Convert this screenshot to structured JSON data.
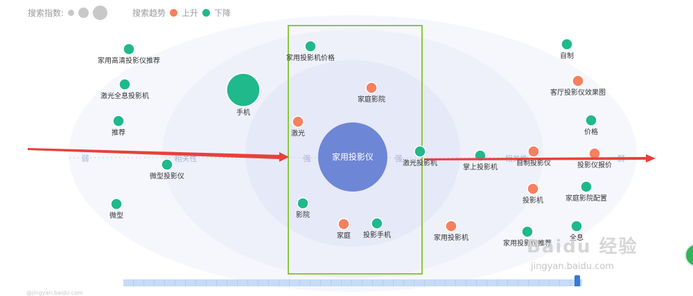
{
  "legend": {
    "index_label": "搜索指数:",
    "trend_label": "搜索趋势",
    "up_label": "上升",
    "down_label": "下降"
  },
  "colors": {
    "up": "#f6805f",
    "down": "#1fb98b",
    "center": "#6d86d6",
    "arrow": "#e8413a",
    "highlight_box": "#8cc63f"
  },
  "scale_labels": [
    "弱",
    "相关性",
    "强",
    "强",
    "相关性",
    "弱"
  ],
  "watermark": {
    "main": "Baidu 经验",
    "sub": "jingyan.baidu.com"
  },
  "footer_text": "@jingyan.baidu.com",
  "chart_data": {
    "type": "scatter",
    "title": "",
    "center": {
      "label": "家用投影仪"
    },
    "nodes": [
      {
        "label": "家用高清投影仪推荐",
        "trend": "down",
        "size": 1
      },
      {
        "label": "激光全息投影机",
        "trend": "down",
        "size": 1
      },
      {
        "label": "推荐",
        "trend": "down",
        "size": 1
      },
      {
        "label": "微型投影仪",
        "trend": "down",
        "size": 1
      },
      {
        "label": "微型",
        "trend": "down",
        "size": 1
      },
      {
        "label": "手机",
        "trend": "down",
        "size": 3
      },
      {
        "label": "家用投影机价格",
        "trend": "down",
        "size": 1
      },
      {
        "label": "家庭影院",
        "trend": "up",
        "size": 1
      },
      {
        "label": "激光",
        "trend": "up",
        "size": 1
      },
      {
        "label": "影院",
        "trend": "down",
        "size": 1
      },
      {
        "label": "家庭",
        "trend": "up",
        "size": 1
      },
      {
        "label": "投影手机",
        "trend": "down",
        "size": 1
      },
      {
        "label": "激光投影机",
        "trend": "down",
        "size": 1
      },
      {
        "label": "掌上投影机",
        "trend": "down",
        "size": 1
      },
      {
        "label": "家用投影机",
        "trend": "up",
        "size": 1
      },
      {
        "label": "自制",
        "trend": "down",
        "size": 1
      },
      {
        "label": "客厅投影仪效果图",
        "trend": "up",
        "size": 1
      },
      {
        "label": "价格",
        "trend": "down",
        "size": 1
      },
      {
        "label": "自制投影仪",
        "trend": "up",
        "size": 1
      },
      {
        "label": "投影仪报价",
        "trend": "up",
        "size": 1
      },
      {
        "label": "投影机",
        "trend": "up",
        "size": 1
      },
      {
        "label": "家庭影院配置",
        "trend": "down",
        "size": 1
      },
      {
        "label": "家用投影仪推荐",
        "trend": "down",
        "size": 1
      },
      {
        "label": "全息",
        "trend": "down",
        "size": 1
      }
    ]
  }
}
